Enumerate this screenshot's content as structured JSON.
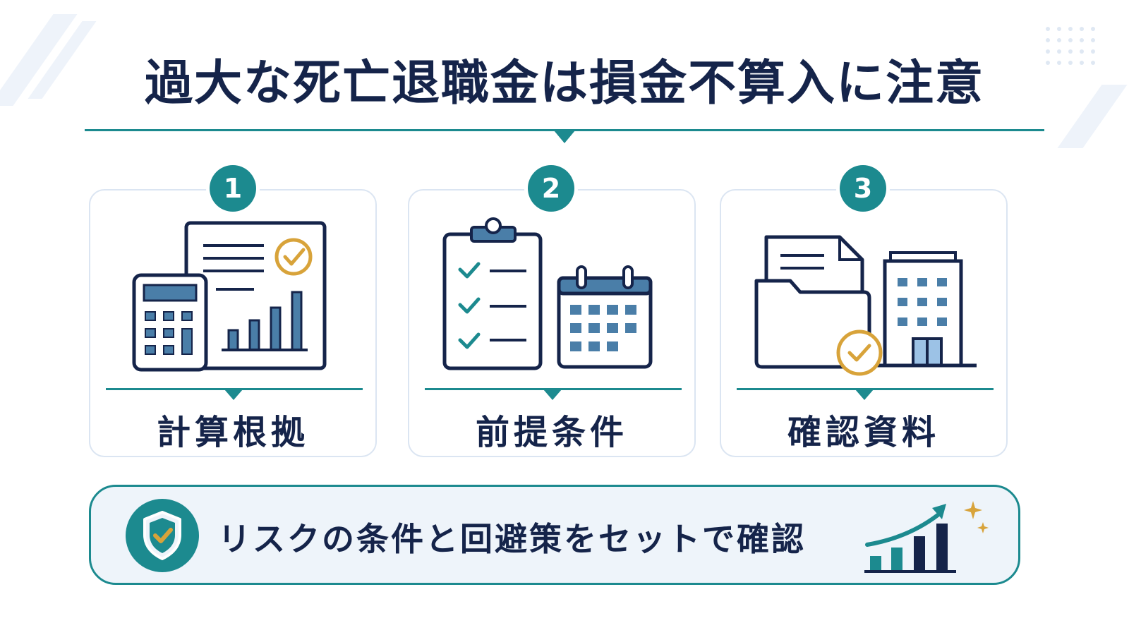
{
  "title": "過大な死亡退職金は損金不算入に注意",
  "cards": [
    {
      "number": "1",
      "label": "計算根拠",
      "icon": "calculator-document-chart-icon"
    },
    {
      "number": "2",
      "label": "前提条件",
      "icon": "checklist-calendar-icon"
    },
    {
      "number": "3",
      "label": "確認資料",
      "icon": "folder-building-check-icon"
    }
  ],
  "banner": {
    "text": "リスクの条件と回避策をセットで確認",
    "left_icon": "shield-check-icon",
    "right_icon": "growth-chart-icon"
  },
  "colors": {
    "navy": "#15244a",
    "teal": "#1c8a8f",
    "blue": "#4a7ea8",
    "light_blue": "#9cc2e6",
    "gold": "#d8a33a",
    "card_border": "#dbe5f2",
    "banner_bg": "#eef4fa"
  }
}
